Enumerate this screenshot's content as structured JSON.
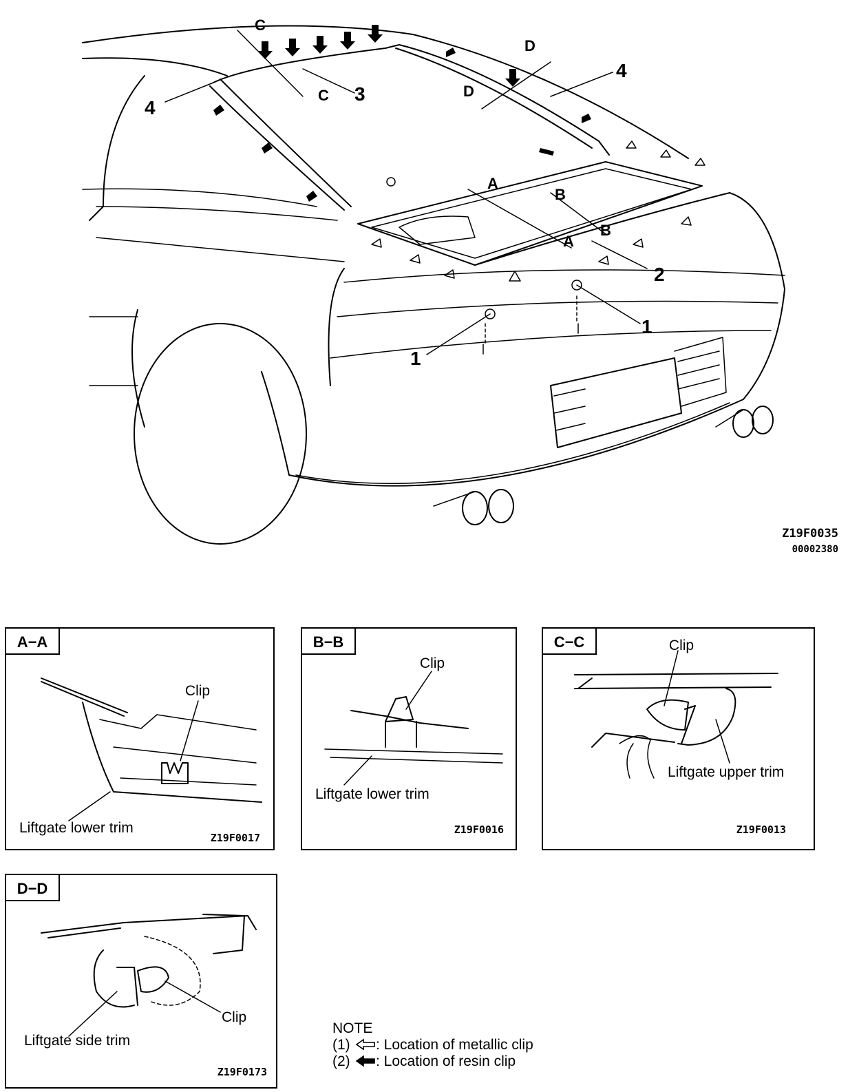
{
  "main_figure": {
    "callouts": {
      "c_top": "C",
      "c_mid": "C",
      "d_top": "D",
      "d_mid": "D",
      "a_left": "A",
      "a_right": "A",
      "b_left": "B",
      "b_right": "B",
      "n1_left": "1",
      "n1_right": "1",
      "n2": "2",
      "n3": "3",
      "n4_left": "4",
      "n4_right": "4"
    },
    "figure_code": "Z19F0035",
    "figure_code2": "00002380"
  },
  "panels": {
    "aa": {
      "tag": "A−A",
      "clip": "Clip",
      "part": "Liftgate lower trim",
      "code": "Z19F0017"
    },
    "bb": {
      "tag": "B−B",
      "clip": "Clip",
      "part": "Liftgate lower trim",
      "code": "Z19F0016"
    },
    "cc": {
      "tag": "C−C",
      "clip": "Clip",
      "part": "Liftgate upper trim",
      "code": "Z19F0013"
    },
    "dd": {
      "tag": "D−D",
      "clip": "Clip",
      "part": "Liftgate side trim",
      "code": "Z19F0173"
    }
  },
  "note": {
    "title": "NOTE",
    "line1_prefix": "(1)",
    "line1_text": ": Location of metallic clip",
    "line2_prefix": "(2)",
    "line2_text": ": Location of resin clip"
  }
}
